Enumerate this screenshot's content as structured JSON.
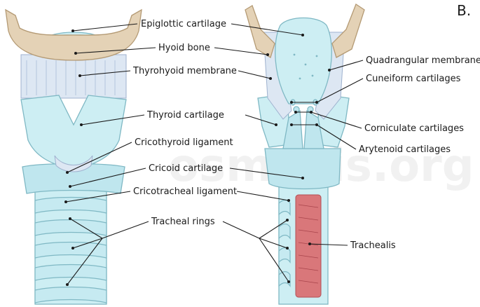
{
  "panel_label": "B.",
  "watermark": "osmosis.org",
  "labels": {
    "epiglottic": "Epiglottic cartilage",
    "hyoid": "Hyoid bone",
    "thyrohyoid": "Thyrohyoid membrane",
    "thyroid": "Thyroid cartilage",
    "cricothyroid": "Cricothyroid ligament",
    "cricoid": "Cricoid cartilage",
    "cricotracheal": "Cricotracheal ligament",
    "tracheal_rings": "Tracheal rings",
    "quadrangular": "Quadrangular membrane",
    "cuneiform": "Cuneiform cartilages",
    "corniculate": "Corniculate cartilages",
    "arytenoid": "Arytenoid cartilages",
    "trachealis": "Trachealis"
  },
  "colors": {
    "cartilage": "#cdeef3",
    "bone": "#e4d2b6",
    "membrane": "#dde7f3",
    "muscle": "#d9777a"
  }
}
